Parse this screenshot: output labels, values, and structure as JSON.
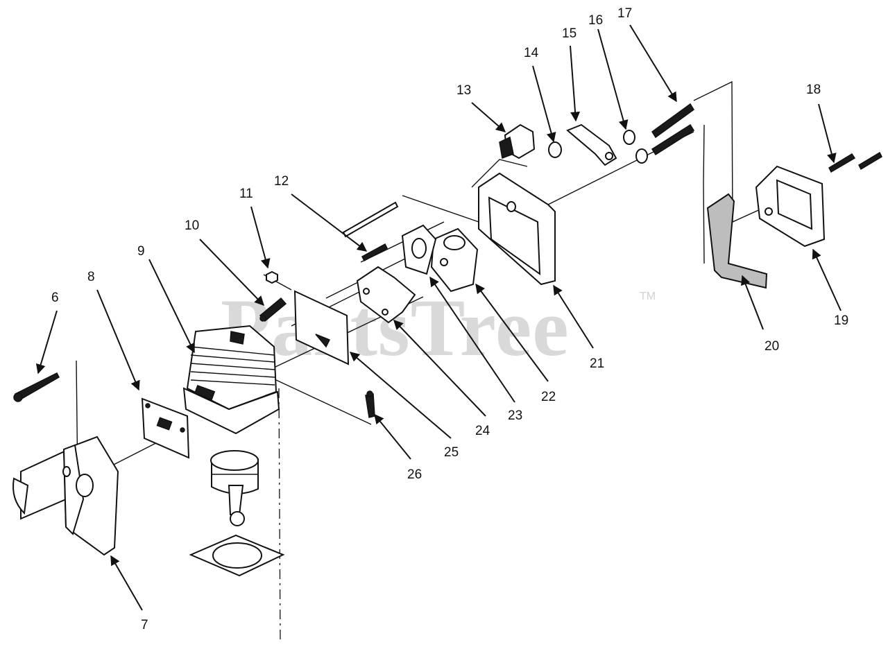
{
  "watermark": {
    "text": "PartsTree",
    "trademark": "TM"
  },
  "callouts": [
    {
      "label": "6"
    },
    {
      "label": "7"
    },
    {
      "label": "8"
    },
    {
      "label": "9"
    },
    {
      "label": "10"
    },
    {
      "label": "11"
    },
    {
      "label": "12"
    },
    {
      "label": "13"
    },
    {
      "label": "14"
    },
    {
      "label": "15"
    },
    {
      "label": "16"
    },
    {
      "label": "17"
    },
    {
      "label": "18"
    },
    {
      "label": "19"
    },
    {
      "label": "20"
    },
    {
      "label": "21"
    },
    {
      "label": "22"
    },
    {
      "label": "23"
    },
    {
      "label": "24"
    },
    {
      "label": "25"
    },
    {
      "label": "26"
    }
  ]
}
